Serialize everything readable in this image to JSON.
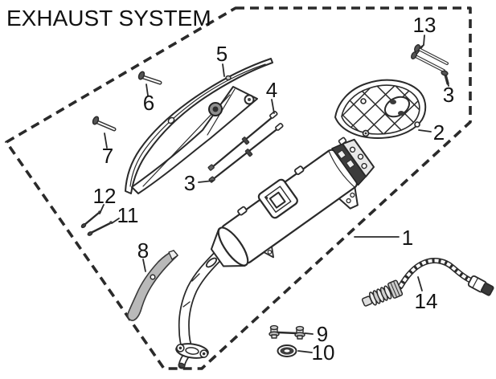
{
  "title": "EXHAUST SYSTEM",
  "callouts": [
    {
      "text": "5"
    },
    {
      "text": "6"
    },
    {
      "text": "7"
    },
    {
      "text": "4"
    },
    {
      "text": "3"
    },
    {
      "text": "13"
    },
    {
      "text": "3"
    },
    {
      "text": "2"
    },
    {
      "text": "12"
    },
    {
      "text": "11"
    },
    {
      "text": "8"
    },
    {
      "text": "1"
    },
    {
      "text": "14"
    },
    {
      "text": "9"
    },
    {
      "text": "10"
    }
  ],
  "colors": {
    "line": "#2a2a2a",
    "background": "#ffffff",
    "bracket_fill": "#b9b9b9",
    "dark_fill": "#3c3c3c"
  }
}
